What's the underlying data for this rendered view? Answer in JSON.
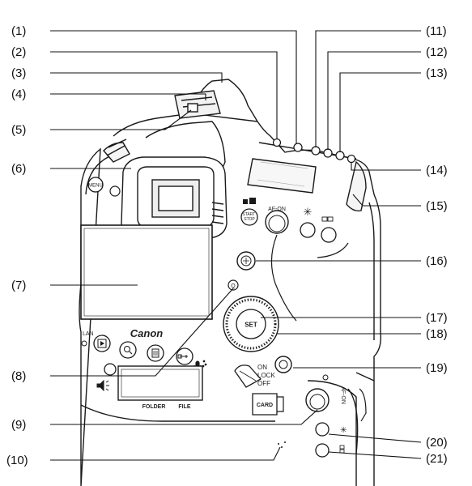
{
  "callouts": {
    "c1": "(1)",
    "c2": "(2)",
    "c3": "(3)",
    "c4": "(4)",
    "c5": "(5)",
    "c6": "(6)",
    "c7": "(7)",
    "c8": "(8)",
    "c9": "(9)",
    "c10": "(10)",
    "c11": "(11)",
    "c12": "(12)",
    "c13": "(13)",
    "c14": "(14)",
    "c15": "(15)",
    "c16": "(16)",
    "c17": "(17)",
    "c18": "(18)",
    "c19": "(19)",
    "c20": "(20)",
    "c21": "(21)"
  },
  "camera_labels": {
    "brand": "Canon",
    "menu": "MENU",
    "af_on_top": "AF-ON",
    "af_on_side": "AF-ON",
    "start_stop": "START\nSTOP",
    "set": "SET",
    "lan": "LAN",
    "power_on": "ON",
    "power_lock": "LOCK",
    "power_off": "OFF",
    "card": "CARD",
    "folder": "FOLDER",
    "file": "FILE"
  },
  "icons": {
    "asterisk": "asterisk-icon",
    "af_point": "af-point-icon",
    "playback": "playback-icon",
    "magnify": "magnify-icon",
    "erase": "erase-icon",
    "protect": "protect-icon",
    "microphone": "microphone-icon",
    "speaker": "speaker-icon",
    "multicontroller": "multi-controller-icon",
    "quick_control": "quick-control-icon"
  }
}
